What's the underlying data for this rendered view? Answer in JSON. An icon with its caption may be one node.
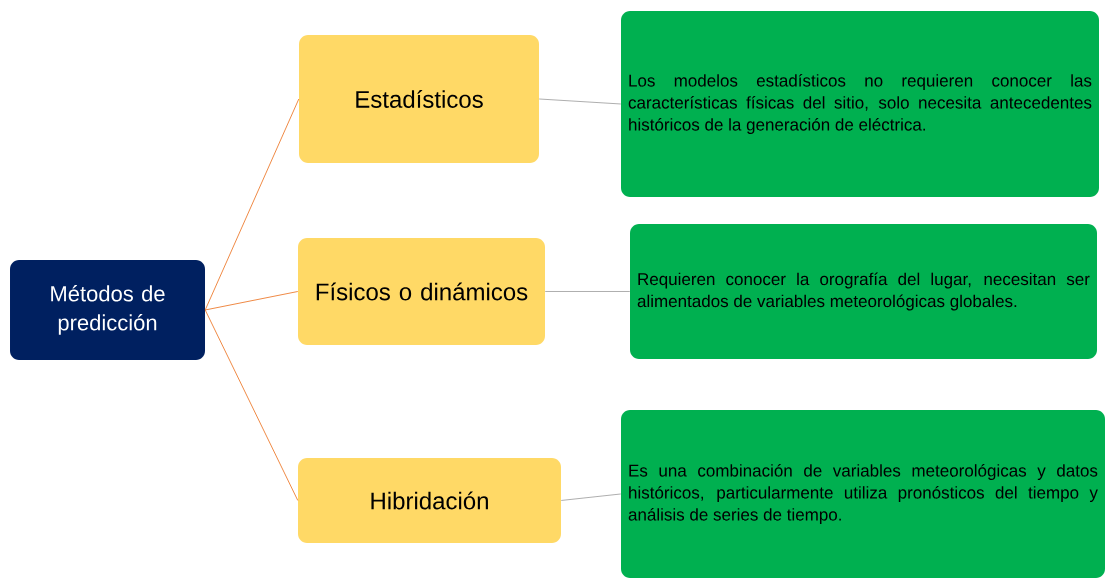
{
  "diagram": {
    "nodes": [
      {
        "text": [
          "Métodos de predicción"
        ]
      },
      {
        "text": [
          "Estadísticos"
        ]
      },
      {
        "text": [
          "Físicos o dinámicos"
        ]
      },
      {
        "text": [
          "Hibridación"
        ]
      },
      {
        "text": [
          "Los modelos estadísticos no requieren conocer las características físicas del sitio, solo necesita antecedentes históricos de la generación de eléctrica."
        ]
      },
      {
        "text": [
          "Requieren conocer la orografía del lugar, necesitan ser alimentados de variables meteorológicas globales."
        ]
      },
      {
        "text": [
          "Es una combinación de variables meteorológicas y datos históricos, particularmente utiliza pronósticos del tiempo y análisis de series de tiempo."
        ]
      }
    ],
    "edges": [
      {
        "from": 0,
        "to": 1,
        "arrow": "none",
        "color": "#ed7d31"
      },
      {
        "from": 0,
        "to": 2,
        "arrow": "none",
        "color": "#ed7d31"
      },
      {
        "from": 0,
        "to": 3,
        "arrow": "none",
        "color": "#ed7d31"
      },
      {
        "from": 1,
        "to": 4,
        "arrow": "none",
        "color": "#a5a5a5"
      },
      {
        "from": 2,
        "to": 5,
        "arrow": "none",
        "color": "#a5a5a5"
      },
      {
        "from": 3,
        "to": 6,
        "arrow": "none",
        "color": "#a5a5a5"
      }
    ]
  }
}
